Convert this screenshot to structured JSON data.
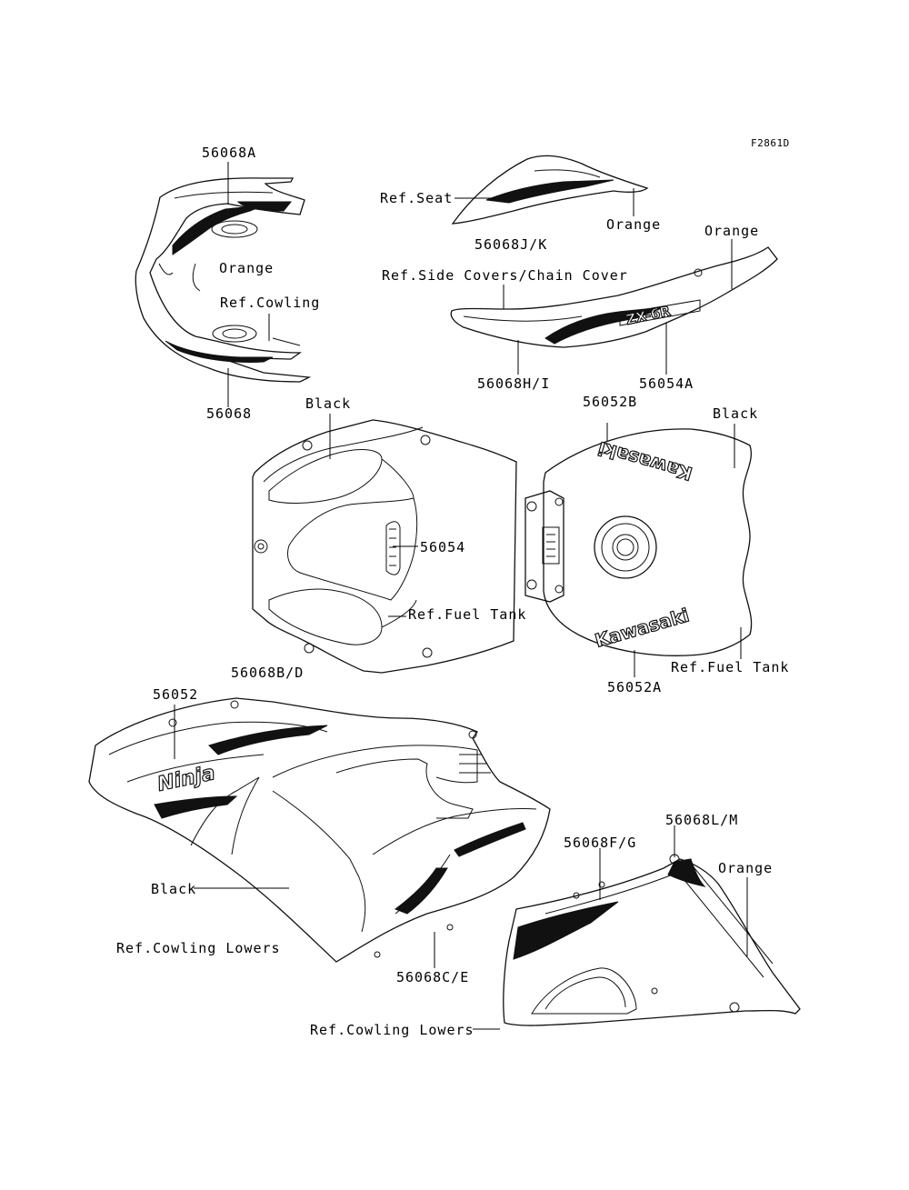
{
  "figure_code": "F2861D",
  "labels": {
    "l_56068A": "56068A",
    "l_orange_cowl": "Orange",
    "l_ref_cowling": "Ref.Cowling",
    "l_56068": "56068",
    "l_ref_seat": "Ref.Seat",
    "l_orange_seat": "Orange",
    "l_56068JK": "56068J/K",
    "l_orange_side": "Orange",
    "l_ref_side": "Ref.Side Covers/Chain Cover",
    "l_56068HI": "56068H/I",
    "l_56054A": "56054A",
    "l_black_tank": "Black",
    "l_56054": "56054",
    "l_ref_fuel_tank_1": "Ref.Fuel Tank",
    "l_56068BD": "56068B/D",
    "l_56052B": "56052B",
    "l_black_tank_top": "Black",
    "l_ref_fuel_tank_2": "Ref.Fuel Tank",
    "l_56052A": "56052A",
    "l_56052": "56052",
    "l_black_lower": "Black",
    "l_ref_cowling_lowers_1": "Ref.Cowling Lowers",
    "l_56068CE": "56068C/E",
    "l_56068LM": "56068L/M",
    "l_56068FG": "56068F/G",
    "l_orange_lower": "Orange",
    "l_ref_cowling_lowers_2": "Ref.Cowling Lowers"
  },
  "logos": {
    "kawasaki_top": "Kawasaki",
    "kawasaki_bottom": "Kawasaki",
    "ninja": "Ninja",
    "zx": "ZX-6R"
  }
}
